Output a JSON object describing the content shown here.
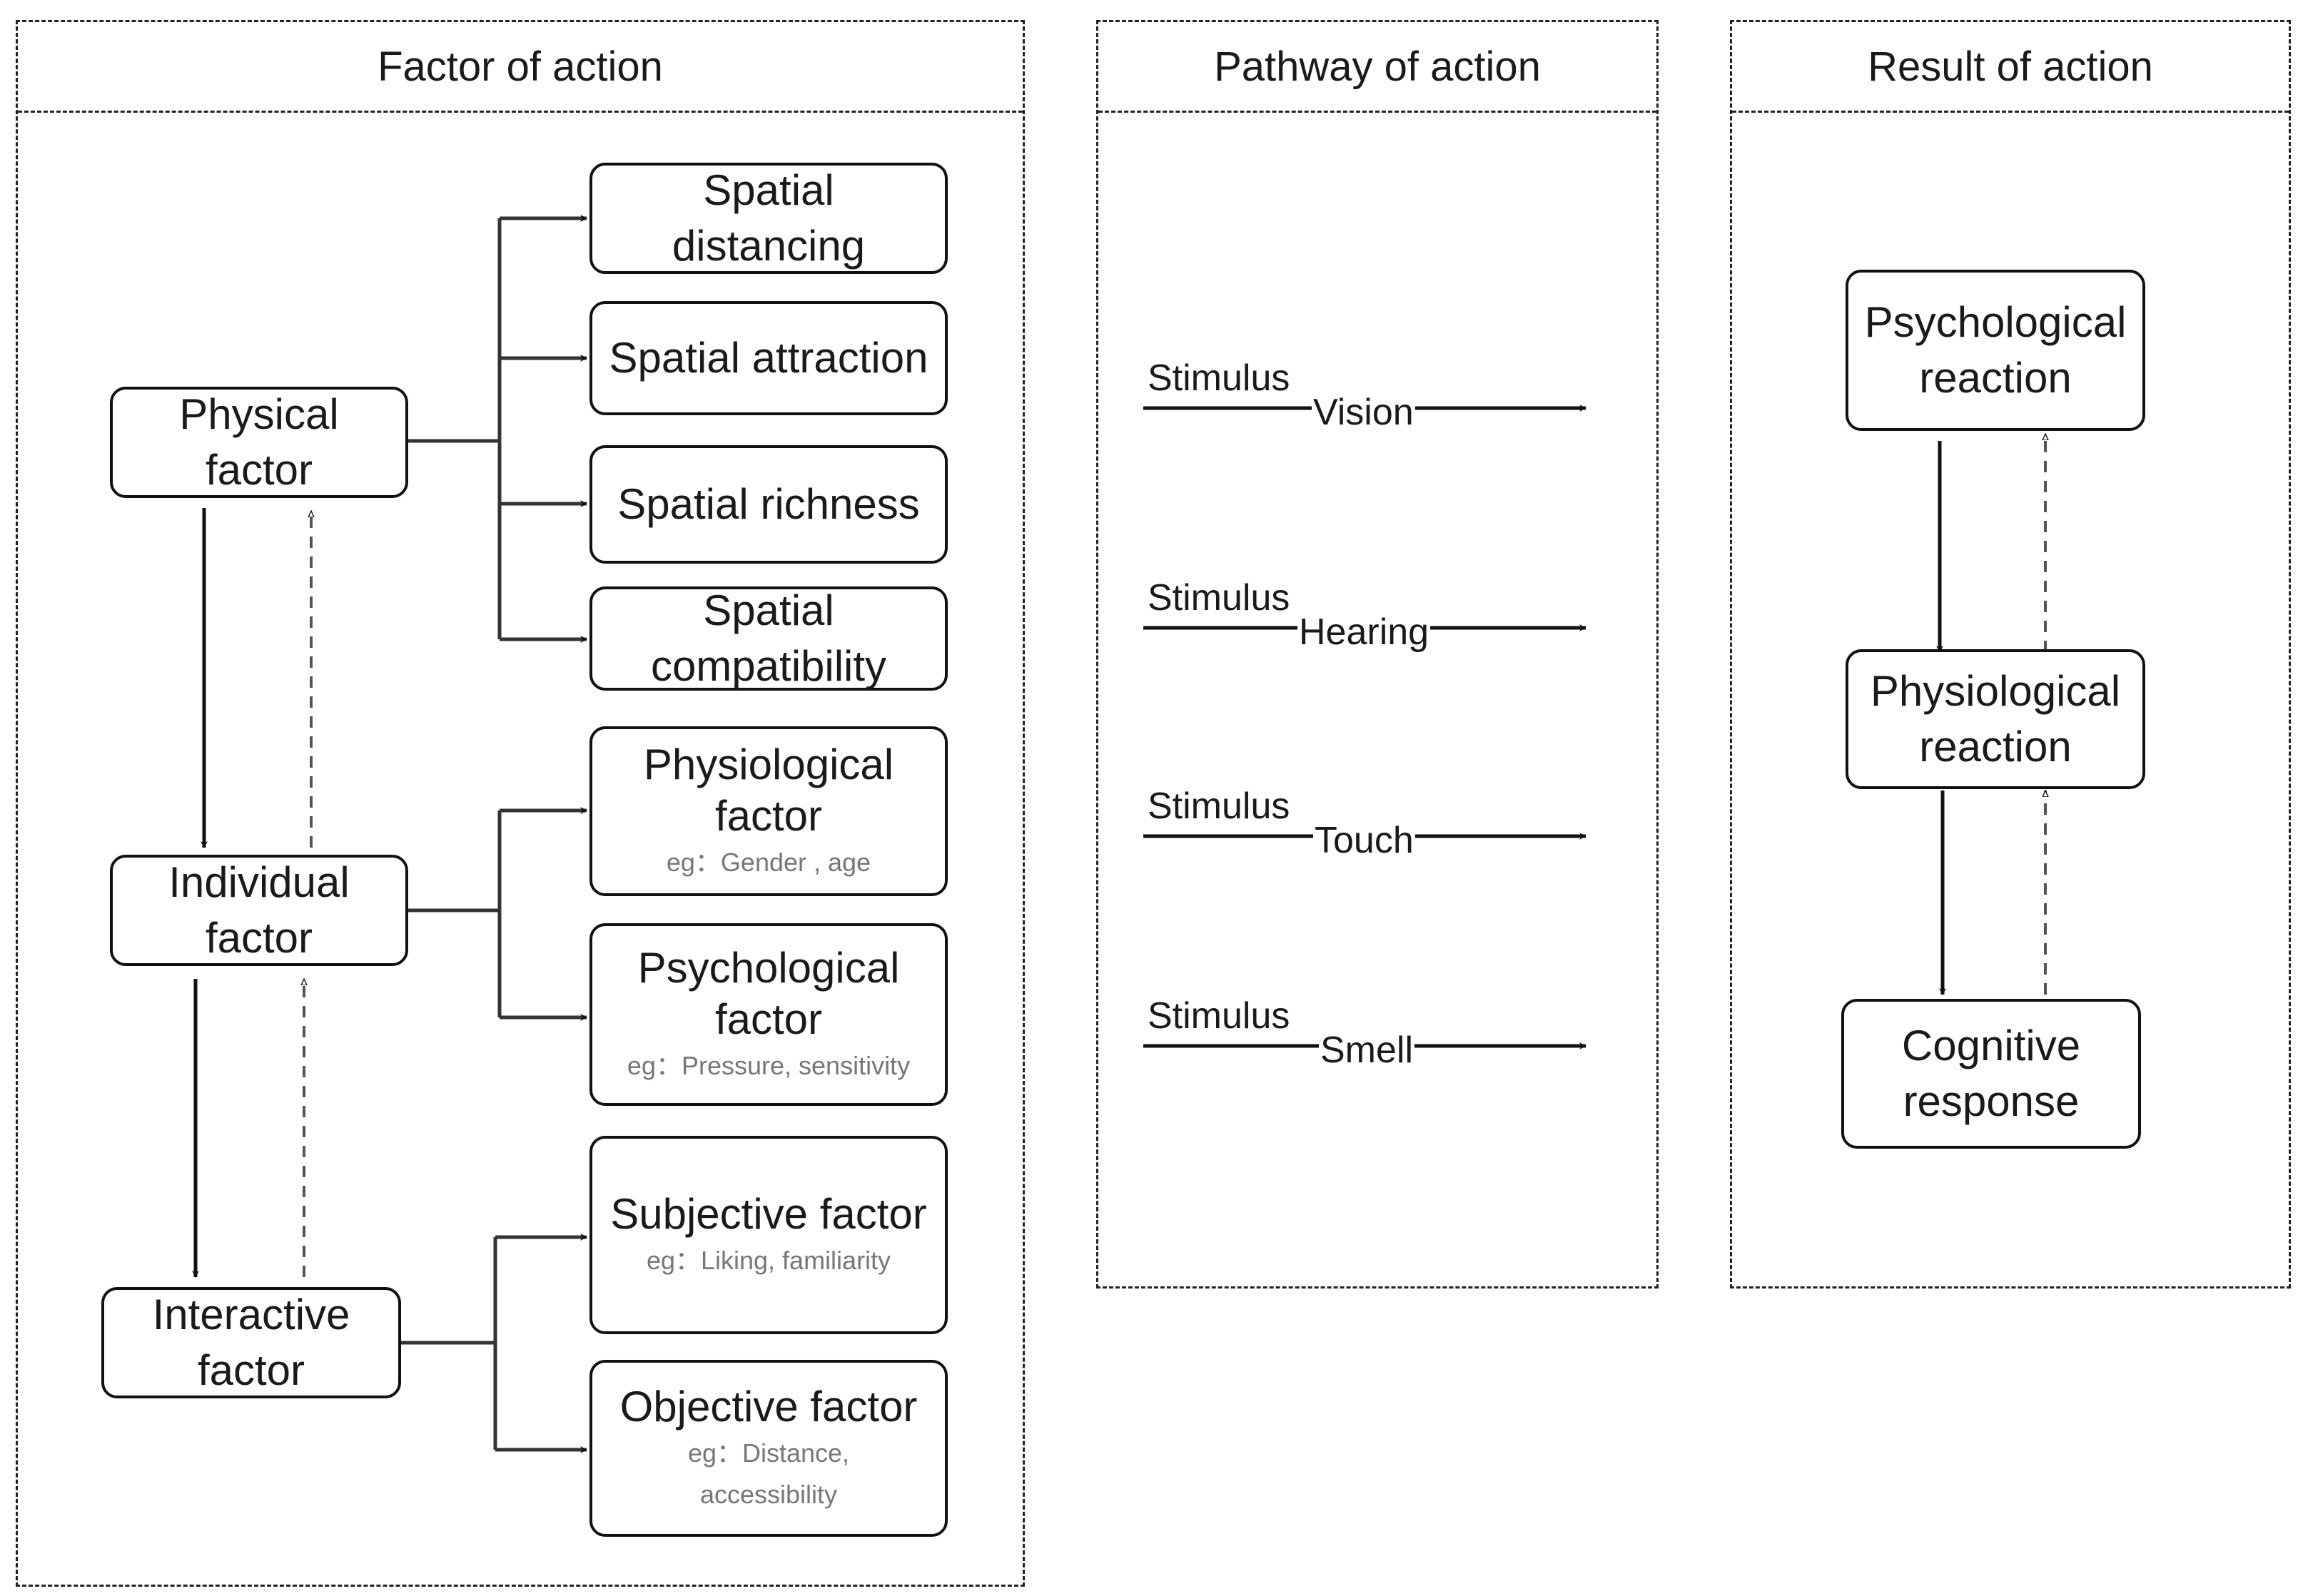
{
  "panels": {
    "factor": "Factor of action",
    "pathway": "Pathway of action",
    "result": "Result of action"
  },
  "factors": {
    "physical": [
      "Physical",
      "factor"
    ],
    "individual": [
      "Individual",
      "factor"
    ],
    "interactive": [
      "Interactive",
      "factor"
    ]
  },
  "physical_subs": {
    "distancing": [
      "Spatial",
      "distancing"
    ],
    "attraction": "Spatial attraction",
    "richness": "Spatial richness",
    "compatibility": [
      "Spatial",
      "compatibility"
    ]
  },
  "individual_subs": {
    "physiological": {
      "title": [
        "Physiological",
        "factor"
      ],
      "eg": "eg：Gender , age"
    },
    "psychological": {
      "title": [
        "Psychological",
        "factor"
      ],
      "eg": "eg：Pressure, sensitivity"
    }
  },
  "interactive_subs": {
    "subjective": {
      "title": "Subjective factor",
      "eg": "eg：Liking, familiarity"
    },
    "objective": {
      "title": "Objective factor",
      "eg": [
        "eg：Distance,",
        "accessibility"
      ]
    }
  },
  "pathways": [
    {
      "stimulus": "Stimulus",
      "sense": "Vision"
    },
    {
      "stimulus": "Stimulus",
      "sense": "Hearing"
    },
    {
      "stimulus": "Stimulus",
      "sense": "Touch"
    },
    {
      "stimulus": "Stimulus",
      "sense": "Smell"
    }
  ],
  "results": {
    "psychological": [
      "Psychological",
      "reaction"
    ],
    "physiological": [
      "Physiological",
      "reaction"
    ],
    "cognitive": [
      "Cognitive",
      "response"
    ]
  }
}
